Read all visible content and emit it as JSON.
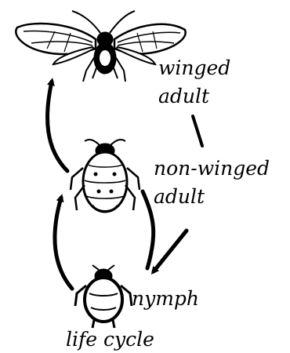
{
  "labels": {
    "winged_adult_1": "winged",
    "winged_adult_2": "adult",
    "nonwinged_adult_1": "non-winged",
    "nonwinged_adult_2": "adult",
    "nymph": "nymph",
    "caption": "life cycle"
  },
  "stages": [
    "winged adult",
    "non-winged adult",
    "nymph"
  ],
  "colors": {
    "ink": "#000000",
    "background": "#ffffff"
  }
}
